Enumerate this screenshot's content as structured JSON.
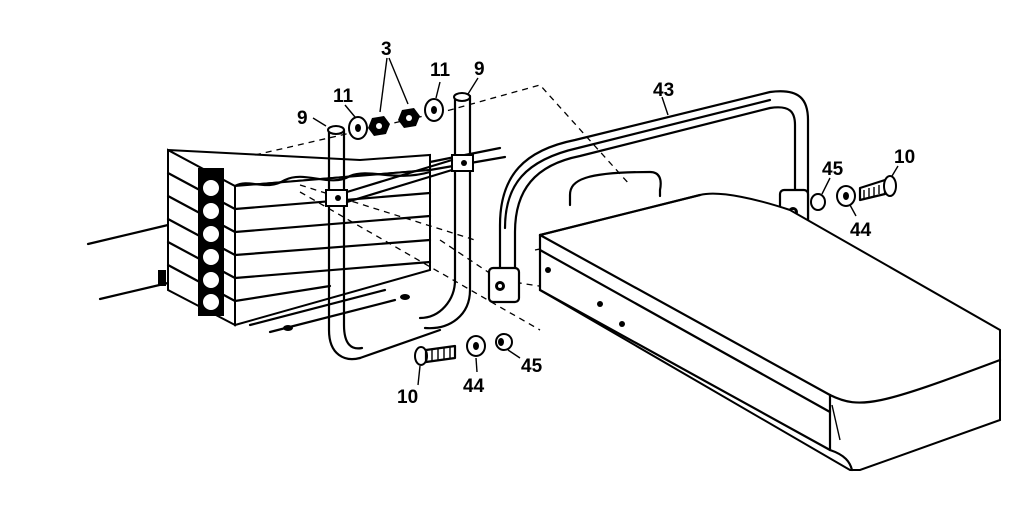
{
  "labels": {
    "p3": "3",
    "p9_left": "9",
    "p9_right": "9",
    "p11_left": "11",
    "p11_right": "11",
    "p43": "43",
    "p45_top": "45",
    "p10_top": "10",
    "p44_top": "44",
    "p10_bottom": "10",
    "p44_bottom": "44",
    "p45_bottom": "45"
  }
}
